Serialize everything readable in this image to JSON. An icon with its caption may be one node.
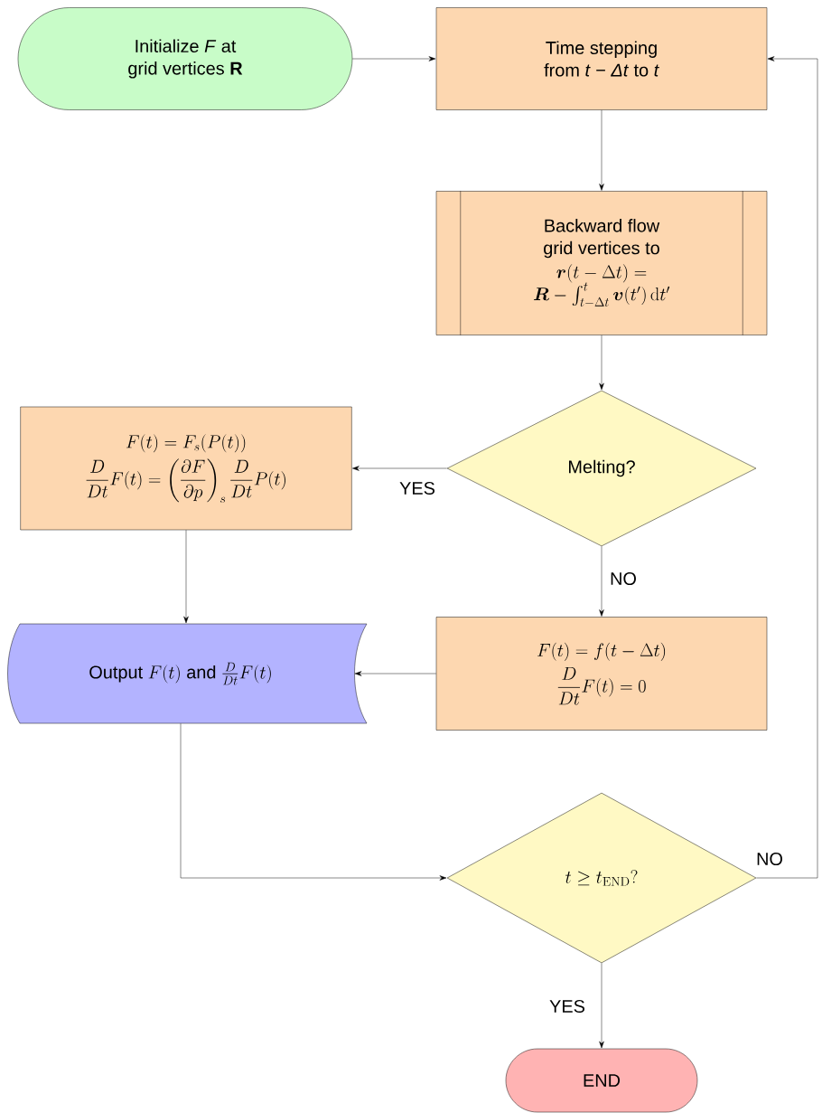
{
  "diagram": {
    "nodes": [
      {
        "text": [
          "Initialize *F* at grid vertices **R**"
        ]
      },
      {
        "text": [
          "Time stepping from *t* − *Δt* to *t*"
        ]
      },
      {
        "text": [
          "Backward flow grid vertices to",
          "\\boldsymbol{r}(t-\\Delta t) = \\boldsymbol{R} - \\int_{t-\\Delta t}^{t}\\boldsymbol{v}(t')\\,\\mathrm{d}t'"
        ]
      },
      {
        "text": [
          "Melting?"
        ]
      },
      {
        "text": [
          "F(t) = F_s(P(t))",
          "\\frac{D}{Dt}F(t) = \\left(\\frac{\\partial F}{\\partial p}\\right)_s \\frac{D}{Dt}P(t)"
        ]
      },
      {
        "text": [
          "\\text{Output } F(t) \\text{ and } \\tfrac{D}{Dt}F(t)"
        ]
      },
      {
        "text": [
          "F(t) = f(t-\\Delta t)",
          "\\frac{D}{Dt}F(t) = 0"
        ]
      },
      {
        "text": [
          "t \\geq t_{\\mathrm{END}}?"
        ]
      },
      {
        "text": [
          "END"
        ]
      }
    ],
    "edges": [
      {
        "from": 0,
        "to": 1,
        "arrow": "to"
      },
      {
        "from": 7,
        "to": 1,
        "arrow": "to",
        "label": "NO"
      },
      {
        "from": 1,
        "to": 2,
        "arrow": "to"
      },
      {
        "from": 2,
        "to": 3,
        "arrow": "to"
      },
      {
        "from": 3,
        "to": 4,
        "arrow": "to",
        "label": "YES"
      },
      {
        "from": 3,
        "to": 6,
        "arrow": "to",
        "label": "NO"
      },
      {
        "from": 4,
        "to": 5,
        "arrow": "to"
      },
      {
        "from": 6,
        "to": 5,
        "arrow": "to"
      },
      {
        "from": 5,
        "to": 7,
        "arrow": "to"
      },
      {
        "from": 7,
        "to": 8,
        "arrow": "to",
        "label": "YES"
      }
    ]
  }
}
